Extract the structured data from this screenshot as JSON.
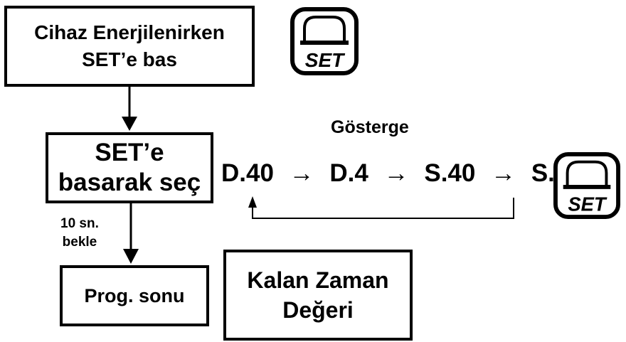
{
  "boxes": {
    "start": {
      "line1": "Cihaz Enerjilenirken",
      "line2": "SET’e bas"
    },
    "select": {
      "line1": "SET’e",
      "line2": "basarak seç"
    },
    "end": {
      "label": "Prog. sonu"
    },
    "remaining": {
      "line1": "Kalan Zaman",
      "line2": "Değeri"
    }
  },
  "display": {
    "title": "Gösterge",
    "sequence": [
      "D.40",
      "D.4",
      "S.40",
      "S.4"
    ],
    "separator": "→"
  },
  "wait": {
    "line1": "10 sn.",
    "line2": "bekle"
  },
  "set_button": {
    "label": "SET"
  }
}
